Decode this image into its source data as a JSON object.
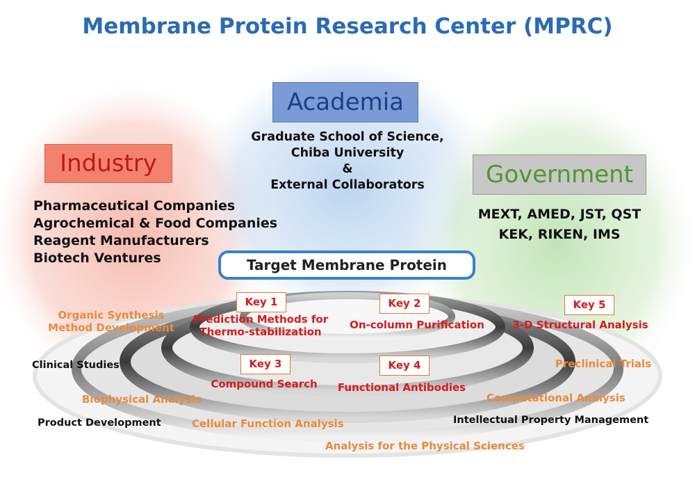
{
  "title": "Membrane Protein Research Center (MPRC)",
  "academia": {
    "label": "Academia",
    "lines": [
      "Graduate School of Science,",
      "Chiba University",
      "&",
      "External Collaborators"
    ]
  },
  "industry": {
    "label": "Industry",
    "lines": [
      "Pharmaceutical Companies",
      "Agrochemical & Food Companies",
      "Reagent Manufacturers",
      "Biotech Ventures"
    ]
  },
  "government": {
    "label": "Government",
    "lines": [
      "MEXT, AMED, JST, QST",
      "KEK, RIKEN, IMS"
    ]
  },
  "target": "Target Membrane Protein",
  "keys": [
    {
      "label": "Key 1",
      "text": [
        "Prediction Methods for",
        "Thermo-stabilization"
      ]
    },
    {
      "label": "Key 2",
      "text": [
        "On-column Purification"
      ]
    },
    {
      "label": "Key 3",
      "text": [
        "Compound Search"
      ]
    },
    {
      "label": "Key 4",
      "text": [
        "Functional Antibodies"
      ]
    },
    {
      "label": "Key 5",
      "text": [
        "3-D Structural Analysis"
      ]
    }
  ],
  "orange_labels": {
    "organic": [
      "Organic Synthesis",
      "Method Development"
    ],
    "preclinical": "Preclinical Trials",
    "biophysical": "Biophysical Analysis",
    "computational": "Computational Analysis",
    "cellular": "Cellular Function Analysis",
    "physical": "Analysis for the Physical Sciences"
  },
  "black_labels": {
    "clinical": "Clinical Studies",
    "product": "Product Development",
    "ip": "Intellectual Property Management"
  },
  "colors": {
    "title": "#2a6bb4",
    "academia_bg": "#7b9bd6",
    "industry_bg": "#f2826d",
    "government_bg": "#c7c7c7",
    "key_border": "#e07a2e",
    "key_text": "#d51c1c",
    "orange_text": "#ea8a3c",
    "target_border": "#3b7fcf"
  }
}
